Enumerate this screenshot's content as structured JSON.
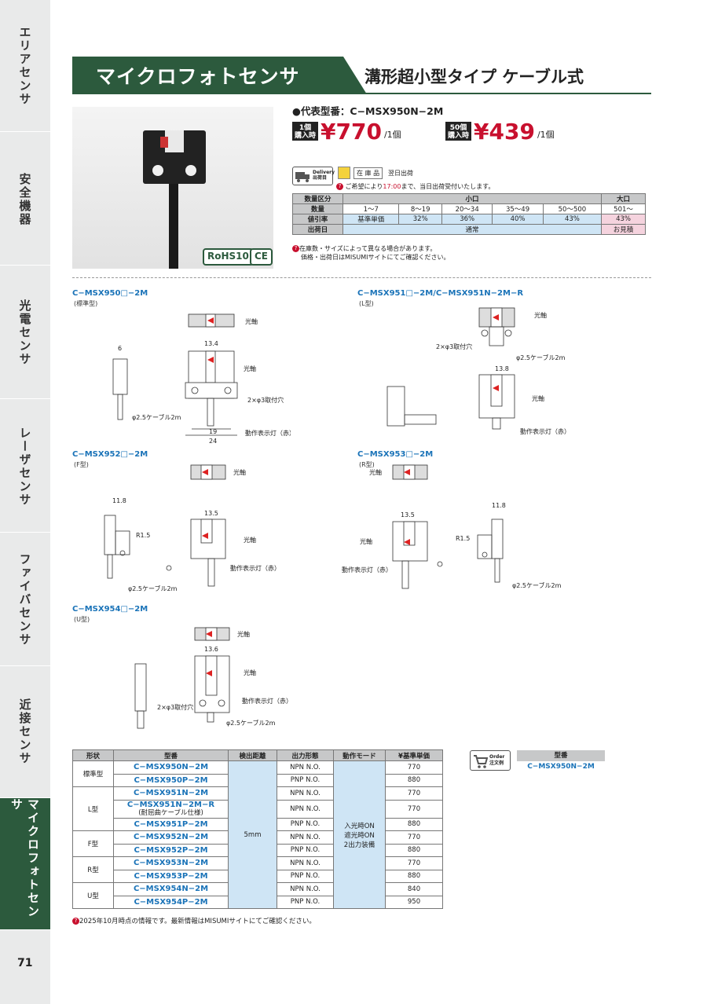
{
  "sidebar": {
    "tabs": [
      "エリアセンサ",
      "安全機器",
      "光電センサ",
      "レーザセンサ",
      "ファイバセンサ",
      "近接センサ",
      "マイクロフォトセンサ"
    ],
    "active": 6
  },
  "page_number": "71",
  "header": {
    "title": "マイクロフォトセンサ",
    "subtitle": "溝形超小型タイプ ケーブル式"
  },
  "badges": [
    "RoHS10",
    "CE"
  ],
  "representative": "●代表型番：C−MSX950N−2M",
  "prices": [
    {
      "label1": "1個",
      "label2": "購入時",
      "value": "¥770",
      "unit": "/1個"
    },
    {
      "label1": "50個",
      "label2": "購入時",
      "value": "¥439",
      "unit": "/1個"
    }
  ],
  "delivery": {
    "label1": "Delivery",
    "label2": "出荷目",
    "stock": "在 庫 品",
    "next_day": "翌日出荷",
    "note_a": "ご希望により",
    "note_time": "17:00",
    "note_b": "まで、当日出荷受付いたします。"
  },
  "qty_table": {
    "header_label": "数量区分",
    "small": "小口",
    "large": "大口",
    "rows": [
      {
        "label": "数量",
        "cells": [
          "1〜7",
          "8〜19",
          "20〜34",
          "35〜49",
          "50〜500",
          "501〜"
        ]
      },
      {
        "label": "値引率",
        "cells": [
          "基準単価",
          "32%",
          "36%",
          "40%",
          "43%",
          "43%"
        ]
      }
    ],
    "ship_label": "出荷日",
    "ship_normal": "通常",
    "ship_quote": "お見積"
  },
  "notes": [
    "在庫数・サイズによって異なる場合があります。",
    "価格・出荷日はMISUMIサイトにてご確認ください。"
  ],
  "diagrams": [
    {
      "title": "C−MSX950□−2M",
      "sub": "(標準型)"
    },
    {
      "title": "C−MSX951□−2M/C−MSX951N−2M−R",
      "sub": "(L型)"
    },
    {
      "title": "C−MSX952□−2M",
      "sub": "(F型)"
    },
    {
      "title": "C−MSX953□−2M",
      "sub": "(R型)"
    },
    {
      "title": "C−MSX954□−2M",
      "sub": "(U型)"
    }
  ],
  "dim_labels": {
    "optical_axis": "光軸",
    "cable": "φ2.5ケーブル2m",
    "indicator": "動作表示灯（赤）",
    "mount_hole": "2×φ3取付穴"
  },
  "spec_table": {
    "headers": [
      "形状",
      "型番",
      "検出距離",
      "出力形態",
      "動作モード",
      "¥基準単価"
    ],
    "distance": "5mm",
    "mode": [
      "入光時ON",
      "遮光時ON",
      "2出力装備"
    ],
    "groups": [
      {
        "shape": "標準型",
        "rows": [
          {
            "model": "C−MSX950N−2M",
            "out": "NPN N.O.",
            "price": "770"
          },
          {
            "model": "C−MSX950P−2M",
            "out": "PNP N.O.",
            "price": "880"
          }
        ]
      },
      {
        "shape": "L型",
        "rows": [
          {
            "model": "C−MSX951N−2M",
            "out": "NPN N.O.",
            "price": "770"
          },
          {
            "model": "C−MSX951N−2M−R",
            "model_sub": "(耐屈曲ケーブル仕様)",
            "out": "NPN N.O.",
            "price": "770"
          },
          {
            "model": "C−MSX951P−2M",
            "out": "PNP N.O.",
            "price": "880"
          }
        ]
      },
      {
        "shape": "F型",
        "rows": [
          {
            "model": "C−MSX952N−2M",
            "out": "NPN N.O.",
            "price": "770"
          },
          {
            "model": "C−MSX952P−2M",
            "out": "PNP N.O.",
            "price": "880"
          }
        ]
      },
      {
        "shape": "R型",
        "rows": [
          {
            "model": "C−MSX953N−2M",
            "out": "NPN N.O.",
            "price": "770"
          },
          {
            "model": "C−MSX953P−2M",
            "out": "PNP N.O.",
            "price": "880"
          }
        ]
      },
      {
        "shape": "U型",
        "rows": [
          {
            "model": "C−MSX954N−2M",
            "out": "NPN N.O.",
            "price": "840"
          },
          {
            "model": "C−MSX954P−2M",
            "out": "PNP N.O.",
            "price": "950"
          }
        ]
      }
    ]
  },
  "footnote": "2025年10月時点の情報です。最新情報はMISUMIサイトにてご確認ください。",
  "order": {
    "label1": "Order",
    "label2": "注文例",
    "header": "型番",
    "example": "C−MSX950N−2M"
  }
}
